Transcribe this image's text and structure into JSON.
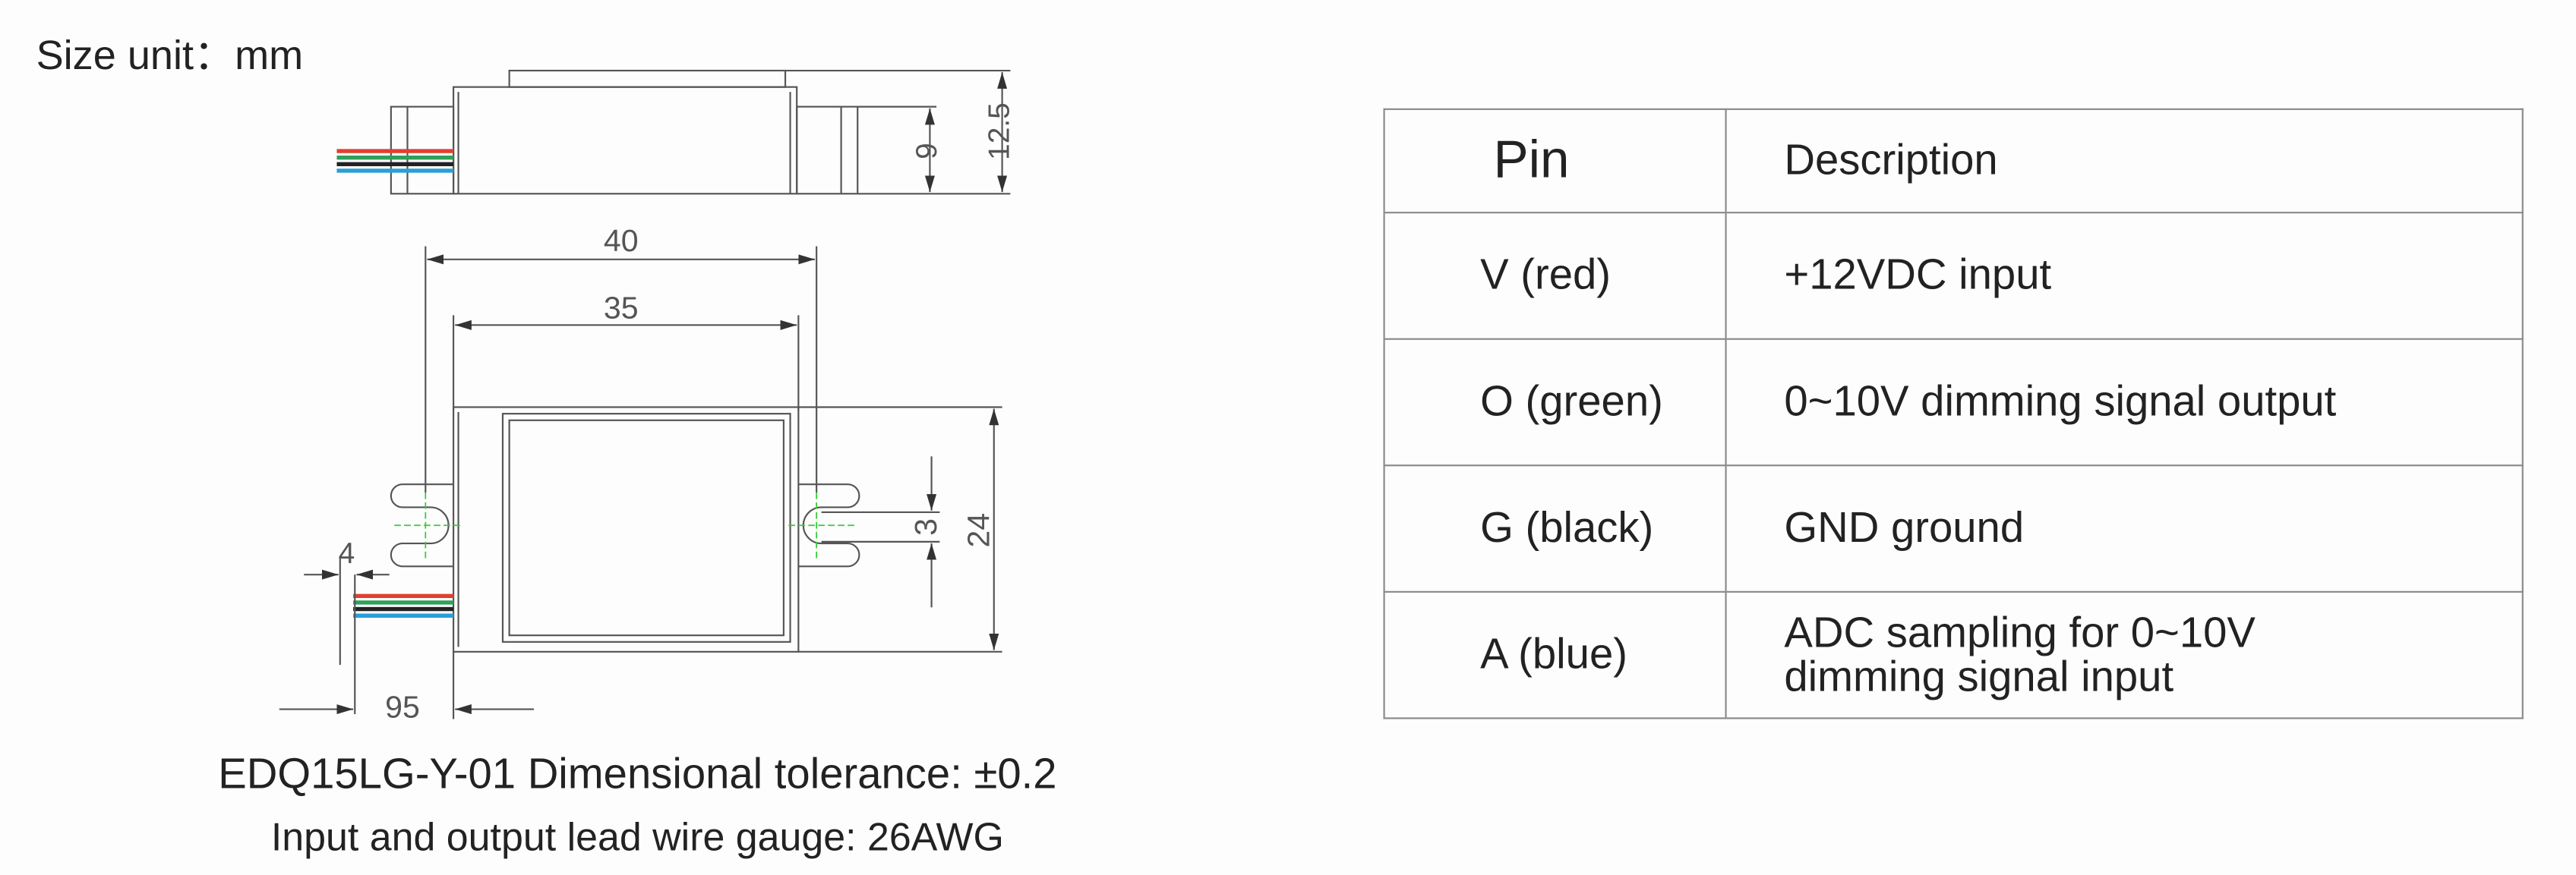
{
  "size_unit": "Size unit：mm",
  "drawing": {
    "dimensions": {
      "height_total": "12.5",
      "height_body": "9",
      "width_total": "40",
      "width_body": "35",
      "depth": "24",
      "slot": "3",
      "wire_strip": "4",
      "wire_length": "95"
    },
    "wire_colors": [
      "#e0402e",
      "#2fa05a",
      "#222222",
      "#2a9fd6"
    ]
  },
  "captions": {
    "line1": "EDQ15LG-Y-01 Dimensional tolerance: ±0.2",
    "line2": "Input and output lead wire gauge: 26AWG"
  },
  "table": {
    "headers": {
      "pin": "Pin",
      "description": "Description"
    },
    "rows": [
      {
        "pin": "V (red)",
        "description": "+12VDC input"
      },
      {
        "pin": "O (green)",
        "description": "0~10V dimming signal output"
      },
      {
        "pin": "G (black)",
        "description": "GND ground"
      },
      {
        "pin": "A (blue)",
        "description": "ADC sampling for 0~10V dimming signal input"
      }
    ]
  }
}
